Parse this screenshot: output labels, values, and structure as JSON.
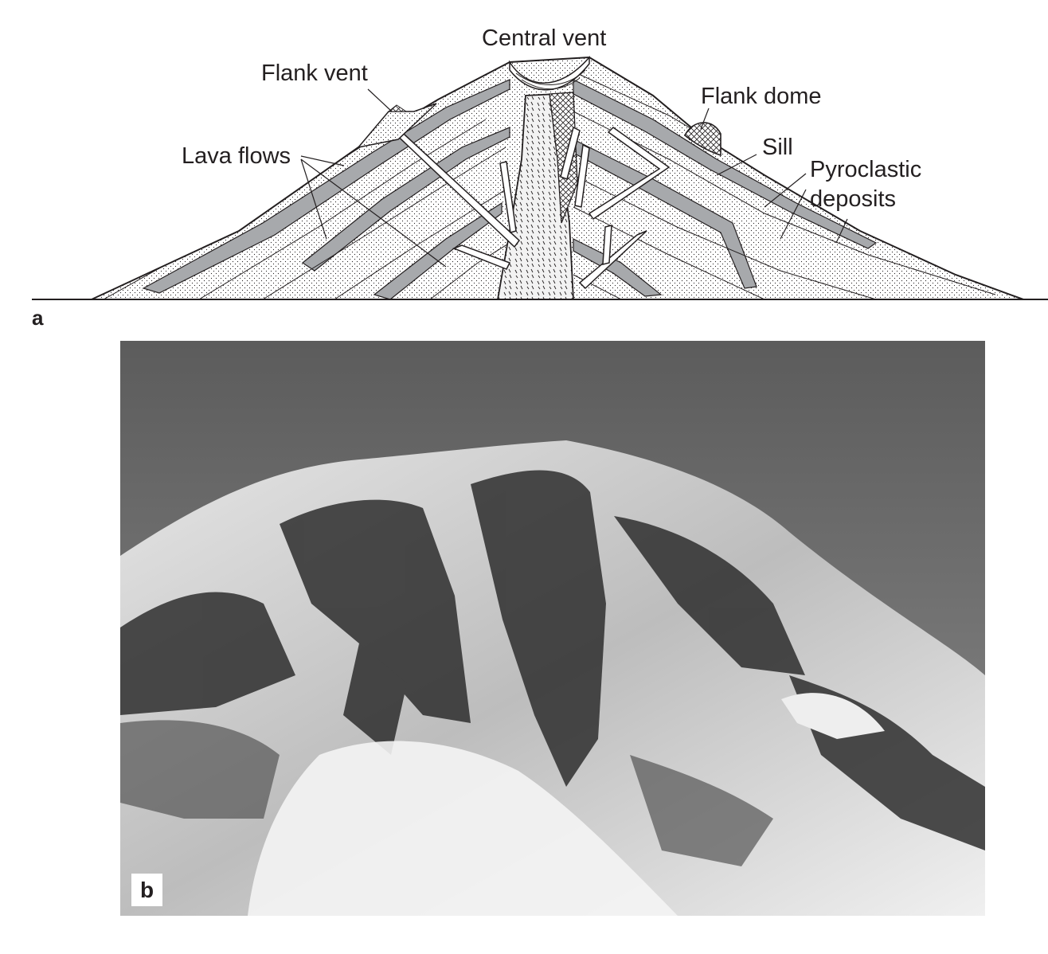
{
  "panel_a": {
    "letter": "a",
    "labels": {
      "central_vent": "Central vent",
      "flank_vent": "Flank vent",
      "flank_dome": "Flank dome",
      "lava_flows": "Lava flows",
      "sill": "Sill",
      "pyroclastic_line1": "Pyroclastic",
      "pyroclastic_line2": "deposits"
    }
  },
  "panel_b": {
    "letter": "b"
  },
  "colors": {
    "ink": "#231f20",
    "lava_gray": "#a7a9ac",
    "deposit_white": "#ffffff"
  }
}
